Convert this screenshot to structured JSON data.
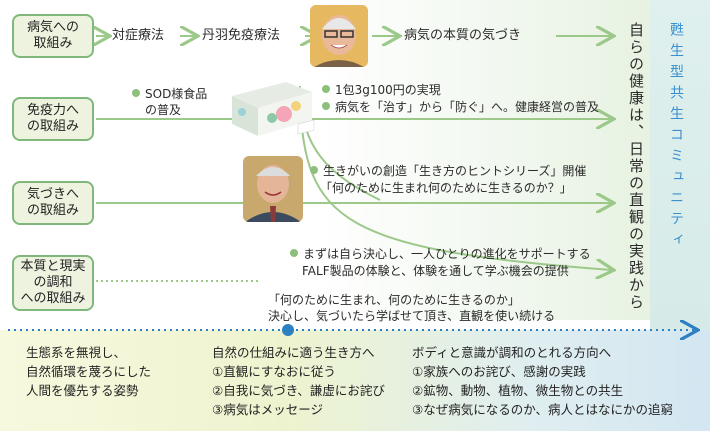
{
  "rows": {
    "r1": {
      "box": "病気への\n取組み",
      "steps": [
        "対症療法",
        "丹羽免疫療法",
        "病気の本質の気づき"
      ]
    },
    "r2": {
      "box": "免疫力へ\nの取組み",
      "left_note": "SOD様食品\nの普及",
      "notes": [
        "1包3g100円の実現",
        "病気を「治す」から「防ぐ」へ。健康経営の普及"
      ]
    },
    "r3": {
      "box": "気づきへ\nの取組み",
      "note_line1": "生きがいの創造「生き方のヒントシリーズ」開催",
      "note_line2": "「何のために生まれ何のために生きるのか？」"
    },
    "r4": {
      "box": "本質と現実\nの調和\nへの取組み",
      "note_line1": "まずは自ら決心し、一人ひとりの進化をサポートする",
      "note_line2": "FALF製品の体験と、体験を通して学ぶ機会の提供"
    }
  },
  "bottom_quote": {
    "line1": "「何のために生まれ、何のために生きるのか」",
    "line2": "決心し、気づいたら学ばせて頂き、直観を使い続ける"
  },
  "vertical_main": "自らの健康は、日常の直観の実践から",
  "vertical_side": "甦生型共生コミュニティ",
  "bottom_cols": [
    {
      "text": "生態系を無視し、\n自然循環を蔑ろにした\n人間を優先する姿勢"
    },
    {
      "text": "自然の仕組みに適う生き方へ\n①直観にすなおに従う\n②自我に気づき、謙虚にお詫び\n③病気はメッセージ"
    },
    {
      "text": "ボディと意識が調和のとれる方向へ\n①家族へのお詫び、感謝の実践\n②鉱物、動物、植物、微生物との共生\n③なぜ病気になるのか、病人とはなにかの追窮"
    }
  ],
  "colors": {
    "arrow": "#9cc98a",
    "box_border": "#7fb87a",
    "timeline": "#2c7fc0",
    "side_text": "#3a8fcf"
  },
  "icons": [
    "portrait-photo-1",
    "product-box-image",
    "portrait-photo-2"
  ]
}
